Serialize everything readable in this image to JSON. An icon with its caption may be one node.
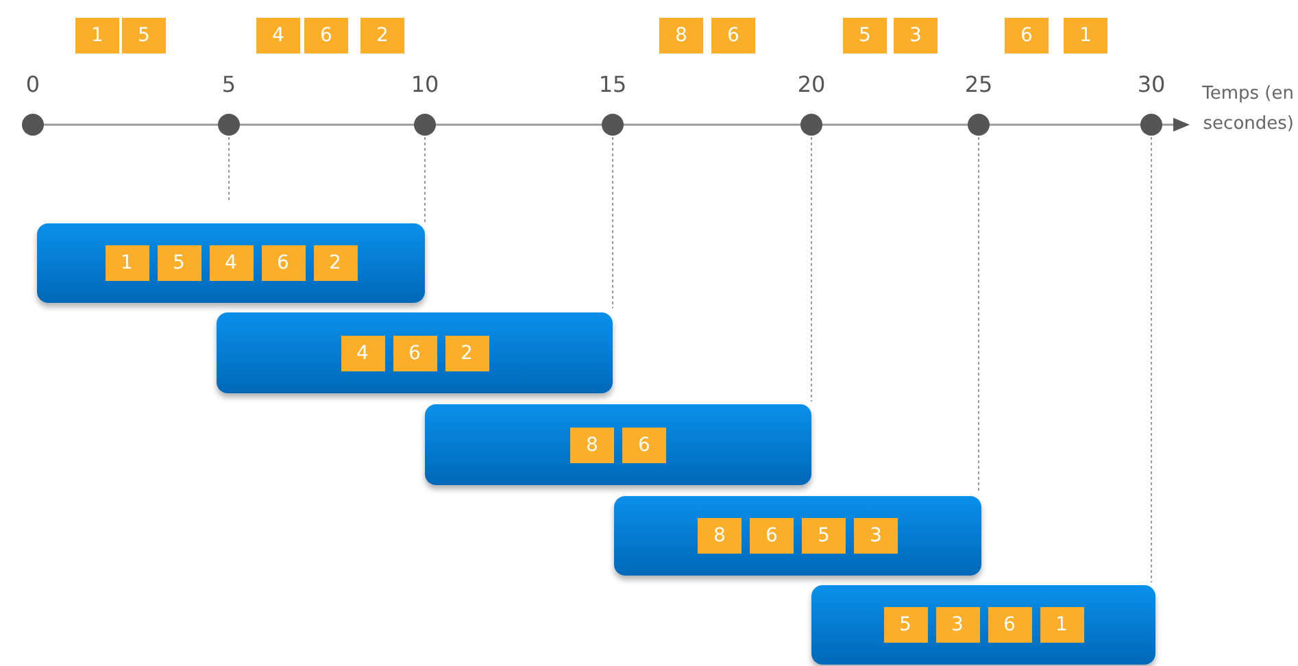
{
  "diagram": {
    "nodes": [
      {
        "text": [
          "1"
        ]
      },
      {
        "text": [
          "5"
        ]
      },
      {
        "text": [
          "4"
        ]
      },
      {
        "text": [
          "6"
        ]
      },
      {
        "text": [
          "2"
        ]
      },
      {
        "text": [
          "8"
        ]
      },
      {
        "text": [
          "6"
        ]
      },
      {
        "text": [
          "5"
        ]
      },
      {
        "text": [
          "3"
        ]
      },
      {
        "text": [
          "6"
        ]
      },
      {
        "text": [
          "1"
        ]
      },
      {
        "text": [],
        "shape": "bar"
      },
      {
        "text": [
          "1"
        ],
        "in": 11
      },
      {
        "text": [
          "5"
        ],
        "in": 11
      },
      {
        "text": [
          "4"
        ],
        "in": 11
      },
      {
        "text": [
          "6"
        ],
        "in": 11
      },
      {
        "text": [
          "2"
        ],
        "in": 11
      },
      {
        "text": [],
        "shape": "bar"
      },
      {
        "text": [
          "4"
        ],
        "in": 17
      },
      {
        "text": [
          "6"
        ],
        "in": 17
      },
      {
        "text": [
          "2"
        ],
        "in": 17
      },
      {
        "text": [],
        "shape": "bar"
      },
      {
        "text": [
          "8"
        ],
        "in": 21
      },
      {
        "text": [
          "6"
        ],
        "in": 21
      },
      {
        "text": [],
        "shape": "bar"
      },
      {
        "text": [
          "8"
        ],
        "in": 24
      },
      {
        "text": [
          "6"
        ],
        "in": 24
      },
      {
        "text": [
          "5"
        ],
        "in": 24
      },
      {
        "text": [
          "3"
        ],
        "in": 24
      },
      {
        "text": [],
        "shape": "bar"
      },
      {
        "text": [
          "5"
        ],
        "in": 29
      },
      {
        "text": [
          "3"
        ],
        "in": 29
      },
      {
        "text": [
          "6"
        ],
        "in": 29
      },
      {
        "text": [
          "1"
        ],
        "in": 29
      }
    ],
    "edges": [],
    "labels": [
      "0",
      "5",
      "10",
      "15",
      "20",
      "25",
      "30",
      "Temps (en secondes)"
    ]
  }
}
